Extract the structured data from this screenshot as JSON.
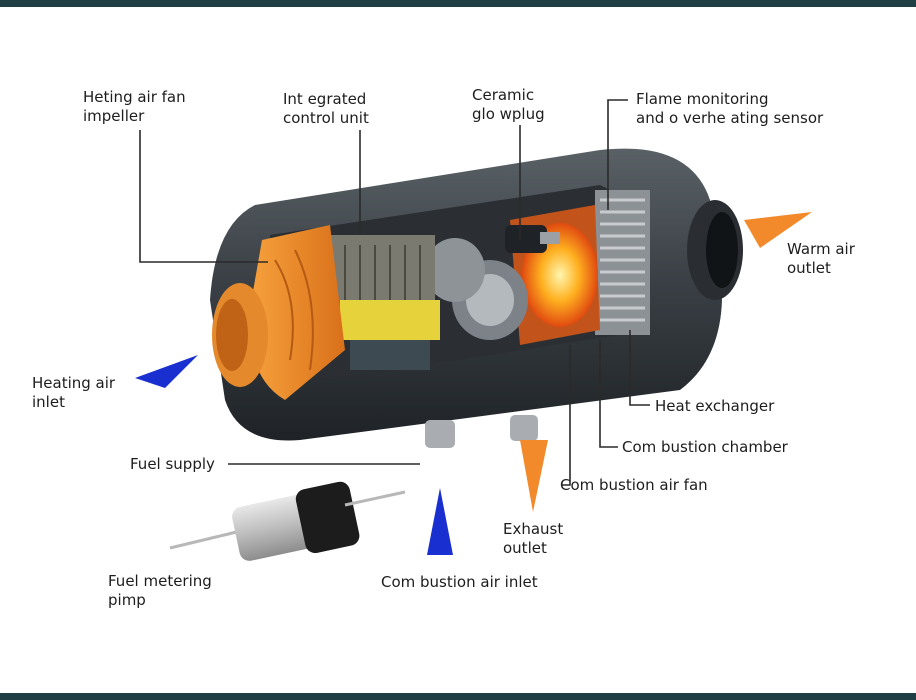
{
  "labels": {
    "heating_fan": [
      "Heting air fan",
      "impeller"
    ],
    "control_unit": [
      "Int egrated",
      "control unit"
    ],
    "glow_plug": [
      "Ceramic",
      "glo wplug"
    ],
    "flame_sensor": [
      "Flame monitoring",
      "and o verhe ating sensor"
    ],
    "warm_outlet": [
      "Warm air",
      "outlet"
    ],
    "heating_inlet": [
      "Heating air",
      "inlet"
    ],
    "heat_exchanger": "Heat exchanger",
    "combustion_chamber": "Com bustion chamber",
    "combustion_fan": "Com bustion air fan",
    "fuel_supply": "Fuel supply",
    "exhaust": [
      "Exhaust",
      "outlet"
    ],
    "combustion_inlet": "Com bustion air inlet",
    "fuel_pump": [
      "Fuel metering",
      "pimp"
    ]
  },
  "colors": {
    "frame_bar": "#1f3f45",
    "inlet_arrow": "#1a2fd0",
    "outlet_arrow": "#f28a2b",
    "leader_line": "#2a2a2a"
  }
}
